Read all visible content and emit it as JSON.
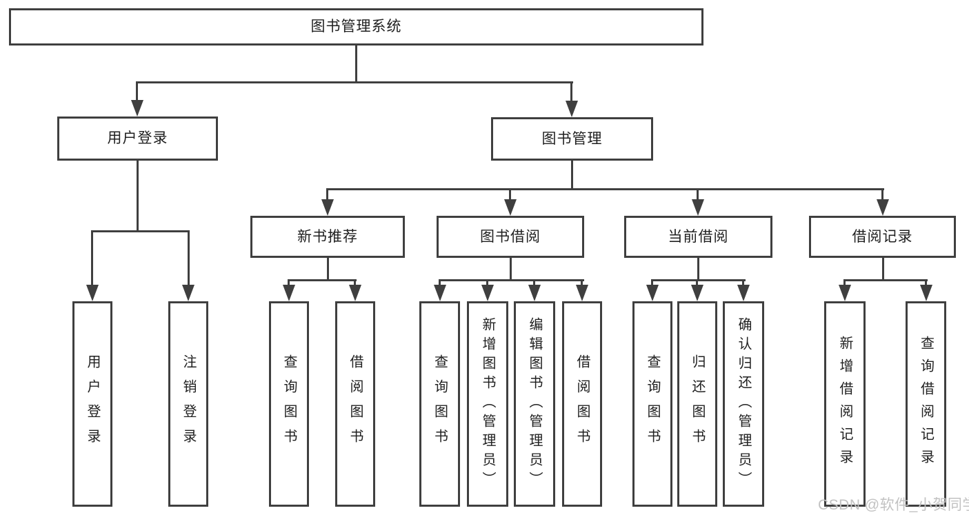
{
  "title": "图书管理系统",
  "colors": {
    "line": "#3f3f3f",
    "box_border": "#3f3f3f",
    "text": "#202020",
    "background": "#ffffff",
    "watermark": "#c2c2c2"
  },
  "nodes": {
    "root": "图书管理系统",
    "user_login": "用户登录",
    "book_mgmt": "图书管理",
    "new_book_rec": "新书推荐",
    "book_borrow": "图书借阅",
    "current_borrow": "当前借阅",
    "borrow_records": "借阅记录",
    "ul_login": "用户登录",
    "ul_logout": "注销登录",
    "rec_query": "查询图书",
    "rec_borrow": "借阅图书",
    "bb_query": "查询图书",
    "bb_add": "新增图书（管理员）",
    "bb_edit": "编辑图书（管理员）",
    "bb_borrow": "借阅图书",
    "cb_query": "查询图书",
    "cb_return": "归还图书",
    "cb_confirm": "确认归还（管理员）",
    "br_add": "新增借阅记录",
    "br_query": "查询借阅记录"
  },
  "tree": {
    "label": "图书管理系统",
    "children": [
      {
        "label": "用户登录",
        "children": [
          {
            "label": "用户登录"
          },
          {
            "label": "注销登录"
          }
        ]
      },
      {
        "label": "图书管理",
        "children": [
          {
            "label": "新书推荐",
            "children": [
              {
                "label": "查询图书"
              },
              {
                "label": "借阅图书"
              }
            ]
          },
          {
            "label": "图书借阅",
            "children": [
              {
                "label": "查询图书"
              },
              {
                "label": "新增图书（管理员）"
              },
              {
                "label": "编辑图书（管理员）"
              },
              {
                "label": "借阅图书"
              }
            ]
          },
          {
            "label": "当前借阅",
            "children": [
              {
                "label": "查询图书"
              },
              {
                "label": "归还图书"
              },
              {
                "label": "确认归还（管理员）"
              }
            ]
          },
          {
            "label": "借阅记录",
            "children": [
              {
                "label": "新增借阅记录"
              },
              {
                "label": "查询借阅记录"
              }
            ]
          }
        ]
      }
    ]
  },
  "watermark": "CSDN @软件_小贺同学"
}
